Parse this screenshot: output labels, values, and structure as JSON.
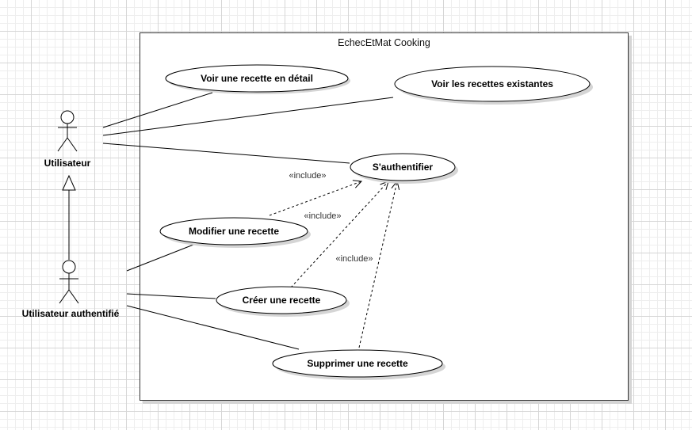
{
  "system": {
    "title": "EchecEtMat Cooking"
  },
  "actors": {
    "utilisateur": {
      "label": "Utilisateur"
    },
    "utilisateur_authentifie": {
      "label": "Utilisateur authentifié"
    }
  },
  "use_cases": {
    "voir_detail": {
      "label": "Voir une recette en détail"
    },
    "voir_existantes": {
      "label": "Voir les recettes existantes"
    },
    "authentifier": {
      "label": "S'authentifier"
    },
    "modifier": {
      "label": "Modifier une recette"
    },
    "creer": {
      "label": "Créer une recette"
    },
    "supprimer": {
      "label": "Supprimer une recette"
    }
  },
  "include_labels": {
    "modifier": "«include»",
    "creer": "«include»",
    "supprimer": "«include»"
  },
  "colors": {
    "stroke": "#000000",
    "boundary": "#333333",
    "shadow": "#d5d5d5"
  }
}
